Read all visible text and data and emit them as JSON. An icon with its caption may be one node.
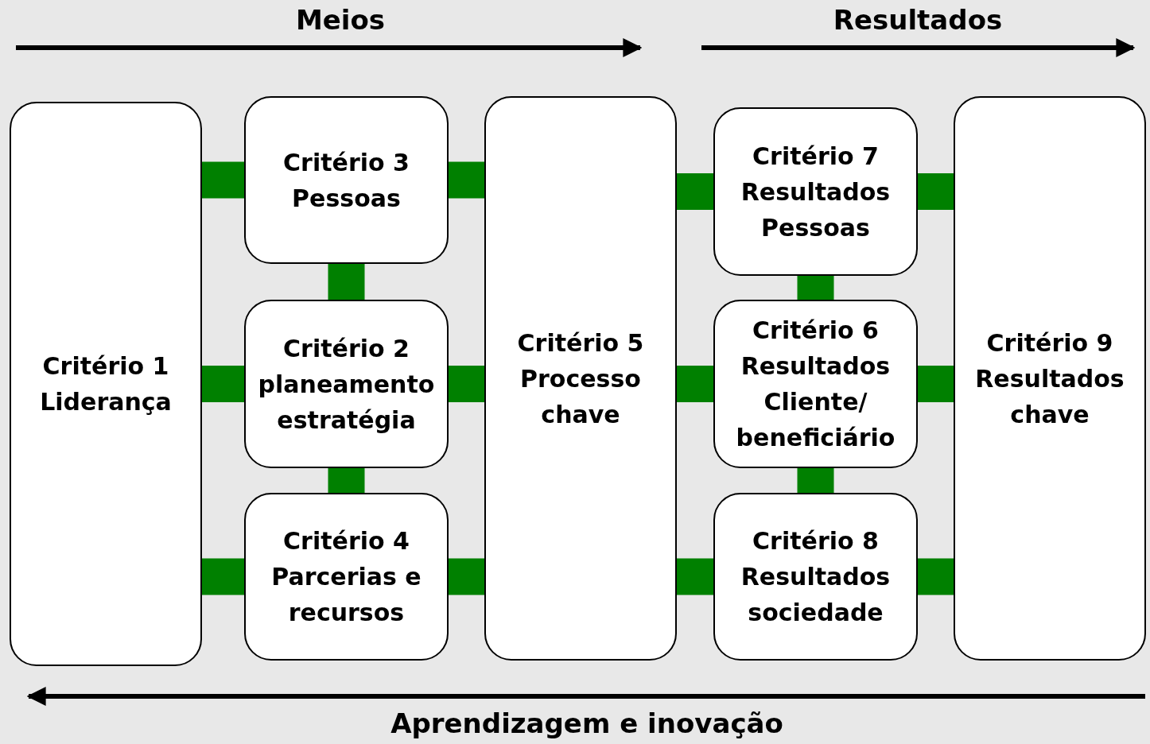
{
  "diagram": {
    "nodes": [
      {
        "text": [
          "Critério 1",
          "Liderança"
        ]
      },
      {
        "text": [
          "Critério 3",
          "Pessoas"
        ]
      },
      {
        "text": [
          "Critério 2",
          "planeamento estratégia"
        ]
      },
      {
        "text": [
          "Critério 4",
          "Parcerias e recursos"
        ]
      },
      {
        "text": [
          "Critério 5",
          "Processo chave"
        ]
      },
      {
        "text": [
          "Critério 7",
          "Resultados Pessoas"
        ]
      },
      {
        "text": [
          "Critério 6",
          "Resultados Cliente/ beneficiário"
        ]
      },
      {
        "text": [
          "Critério 8",
          "Resultados sociedade"
        ]
      },
      {
        "text": [
          "Critério 9",
          "Resultados chave"
        ]
      }
    ],
    "edges": [
      {
        "from": 0,
        "to": 1,
        "arrow": "none"
      },
      {
        "from": 0,
        "to": 2,
        "arrow": "none"
      },
      {
        "from": 0,
        "to": 3,
        "arrow": "none"
      },
      {
        "from": 1,
        "to": 2,
        "arrow": "none"
      },
      {
        "from": 2,
        "to": 3,
        "arrow": "none"
      },
      {
        "from": 1,
        "to": 4,
        "arrow": "none"
      },
      {
        "from": 2,
        "to": 4,
        "arrow": "none"
      },
      {
        "from": 3,
        "to": 4,
        "arrow": "none"
      },
      {
        "from": 4,
        "to": 5,
        "arrow": "none"
      },
      {
        "from": 4,
        "to": 6,
        "arrow": "none"
      },
      {
        "from": 4,
        "to": 7,
        "arrow": "none"
      },
      {
        "from": 5,
        "to": 6,
        "arrow": "none"
      },
      {
        "from": 6,
        "to": 7,
        "arrow": "none"
      },
      {
        "from": 5,
        "to": 8,
        "arrow": "none"
      },
      {
        "from": 6,
        "to": 8,
        "arrow": "none"
      },
      {
        "from": 7,
        "to": 8,
        "arrow": "none"
      }
    ],
    "labels": [
      "Meios",
      "Resultados",
      "Aprendizagem e inovação"
    ]
  }
}
